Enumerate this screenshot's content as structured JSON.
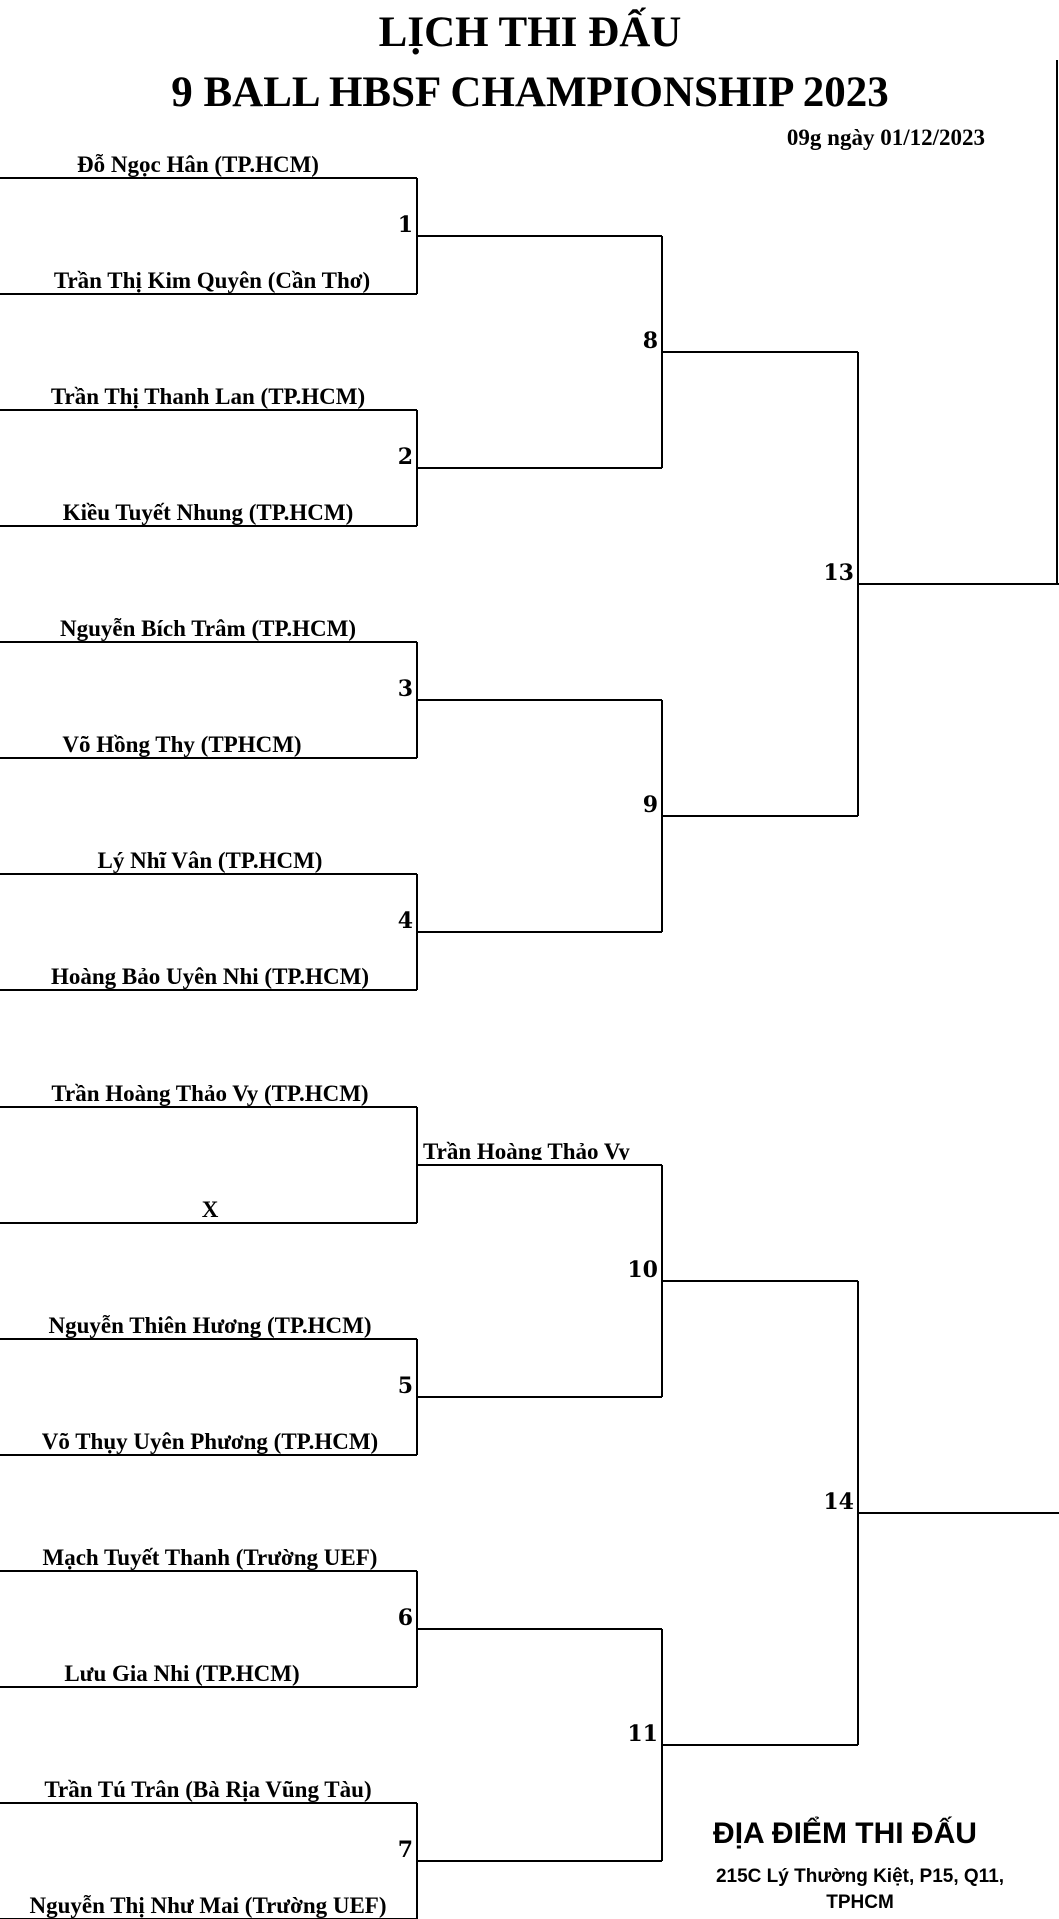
{
  "header": {
    "title_line1": "LỊCH THI ĐẤU",
    "title_line2": "9 BALL HBSF CHAMPIONSHIP 2023",
    "date": "09g ngày 01/12/2023"
  },
  "players": [
    "Đỗ Ngọc Hân (TP.HCM)",
    "Trần Thị Kim Quyên (Cần Thơ)",
    "Trần Thị Thanh Lan (TP.HCM)",
    "Kiều Tuyết Nhung (TP.HCM)",
    "Nguyễn Bích Trâm (TP.HCM)",
    "Võ Hồng Thy (TPHCM)",
    "Lý Nhĩ Vân (TP.HCM)",
    "Hoàng Bảo Uyên Nhi (TP.HCM)",
    "Trần Hoàng Thảo Vy (TP.HCM)",
    "X",
    "Nguyễn Thiên Hương (TP.HCM)",
    "Võ Thụy Uyên Phương (TP.HCM)",
    "Mạch Tuyết Thanh (Trường UEF)",
    "Lưu Gia Nhi (TP.HCM)",
    "Trần Tú Trân (Bà Rịa Vũng Tàu)",
    "Nguyễn Thị Như Mai (Trường UEF)"
  ],
  "round1_match_numbers": [
    "1",
    "2",
    "3",
    "4",
    "",
    "5",
    "6",
    "7"
  ],
  "bye_advance": "Trần Hoàng Thảo Vy",
  "round2_match_numbers": [
    "8",
    "9",
    "10",
    "11"
  ],
  "round3_match_numbers": [
    "13",
    "14"
  ],
  "venue": {
    "heading": "ĐỊA ĐIỂM THI ĐẤU",
    "address_line1": "215C Lý Thường Kiệt, P15, Q11,",
    "address_line2": "TPHCM"
  }
}
